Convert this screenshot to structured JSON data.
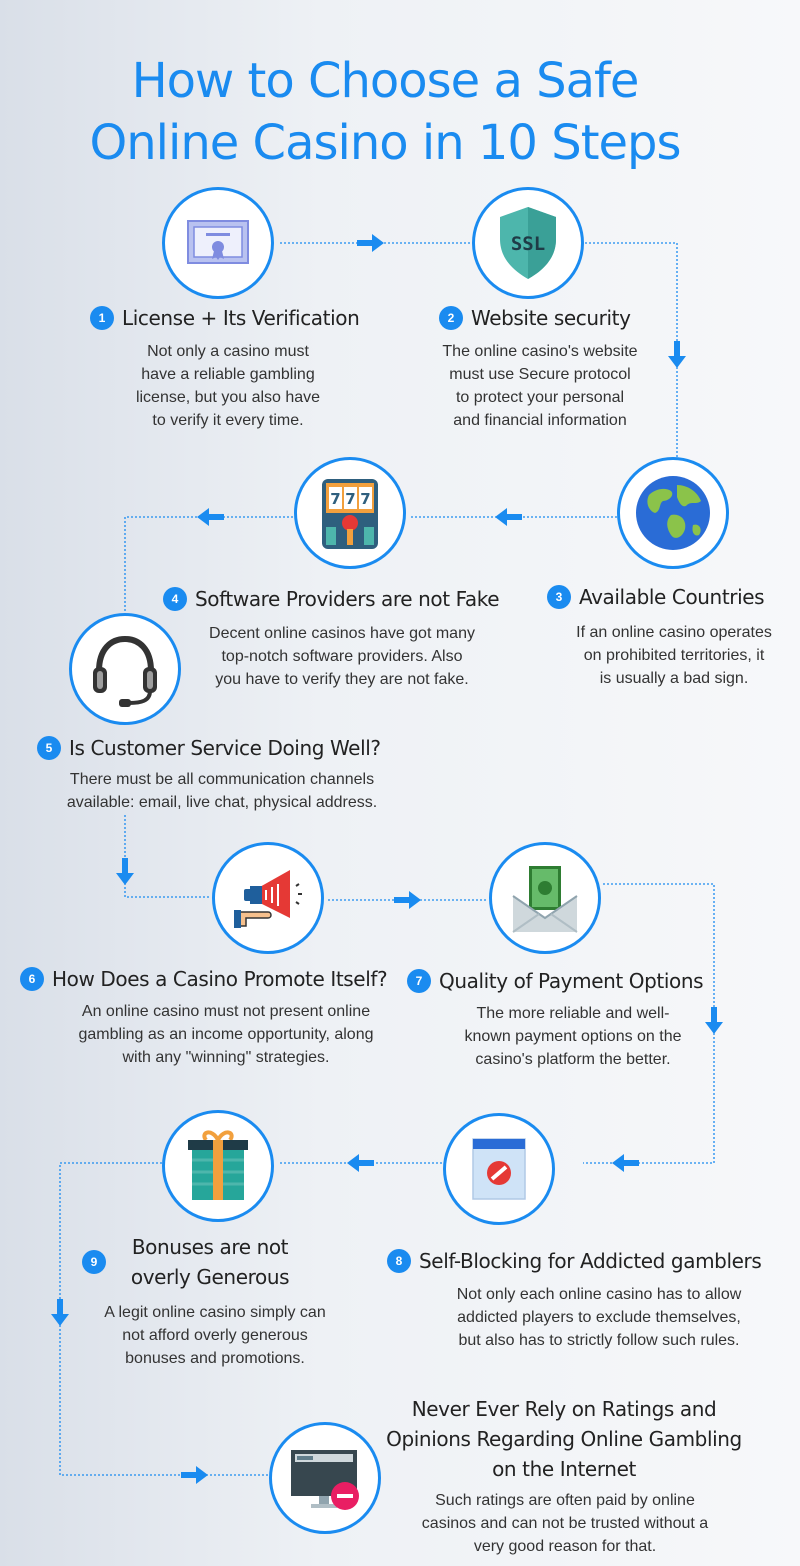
{
  "title": {
    "line1": "How to Choose a Safe",
    "line2": "Online Casino in 10 Steps"
  },
  "steps": [
    {
      "num": "1",
      "icon": "certificate-icon",
      "title": "License + Its Verification",
      "desc": [
        "Not only a casino must",
        "have a reliable gambling",
        "license, but you also have",
        "to verify it every time."
      ]
    },
    {
      "num": "2",
      "icon": "ssl-shield-icon",
      "icon_text": "SSL",
      "title": "Website security",
      "desc": [
        "The online casino's website",
        "must use Secure protocol",
        "to protect your personal",
        "and financial information"
      ]
    },
    {
      "num": "3",
      "icon": "globe-icon",
      "title": "Available Countries",
      "desc": [
        "If an online casino operates",
        "on prohibited territories, it",
        "is usually a bad sign."
      ]
    },
    {
      "num": "4",
      "icon": "slot-machine-icon",
      "icon_text": "777",
      "title": "Software Providers are not Fake",
      "desc": [
        "Decent online casinos have got many",
        "top-notch software providers. Also",
        "you have to verify they are not fake."
      ]
    },
    {
      "num": "5",
      "icon": "headset-icon",
      "title": "Is Customer Service Doing Well?",
      "desc": [
        "There must be all communication channels",
        "available: email, live chat, physical address."
      ]
    },
    {
      "num": "6",
      "icon": "megaphone-icon",
      "title": "How Does a Casino Promote Itself?",
      "desc": [
        "An online casino must not present online",
        "gambling as an income opportunity, along",
        "with any \"winning\" strategies."
      ]
    },
    {
      "num": "7",
      "icon": "money-envelope-icon",
      "title": "Quality of Payment Options",
      "desc": [
        "The more reliable and well-",
        "known payment options on the",
        "casino's platform the better."
      ]
    },
    {
      "num": "8",
      "icon": "blocked-window-icon",
      "title": "Self-Blocking for Addicted gamblers",
      "desc": [
        "Not only each online casino has to allow",
        "addicted players to exclude themselves,",
        "but also has to strictly follow such rules."
      ]
    },
    {
      "num": "9",
      "icon": "gift-icon",
      "title_lines": [
        "Bonuses are not",
        "overly Generous"
      ],
      "desc": [
        "A legit online casino simply can",
        "not afford overly generous",
        "bonuses and promotions."
      ]
    },
    {
      "icon": "monitor-minus-icon",
      "title_lines": [
        "Never Ever Rely on Ratings and",
        "Opinions Regarding Online Gambling",
        "on the Internet"
      ],
      "desc": [
        "Such ratings are often paid by online",
        "casinos and can not be trusted without a",
        "very good reason for that."
      ]
    }
  ],
  "colors": {
    "accent": "#1a8bf0",
    "title": "#1a8bf0",
    "text": "#333333"
  }
}
